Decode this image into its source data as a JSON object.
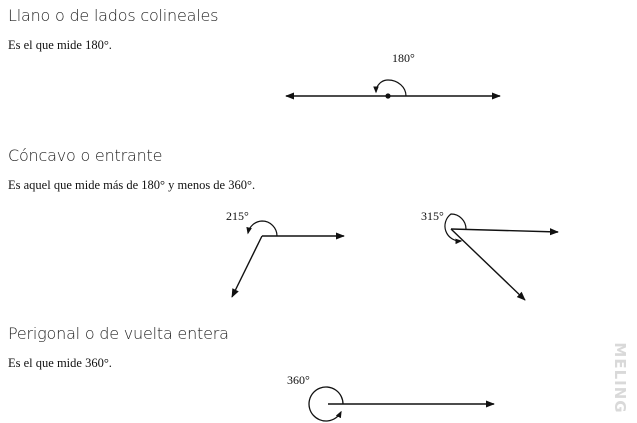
{
  "sections": [
    {
      "title": "Llano o de lados colineales",
      "description": "Es el que mide 180°.",
      "figures": [
        {
          "angle_label": "180°",
          "angle_degrees": 180
        }
      ]
    },
    {
      "title": "Cóncavo o entrante",
      "description": "Es aquel que mide más de 180° y menos de 360°.",
      "figures": [
        {
          "angle_label": "215°",
          "angle_degrees": 215
        },
        {
          "angle_label": "315°",
          "angle_degrees": 315
        }
      ]
    },
    {
      "title": "Perigonal o de vuelta entera",
      "description": "Es el que mide 360°.",
      "figures": [
        {
          "angle_label": "360°",
          "angle_degrees": 360
        }
      ]
    }
  ],
  "watermark": "MELING",
  "colors": {
    "line": "#111111",
    "watermark": "#d9d9d9"
  }
}
